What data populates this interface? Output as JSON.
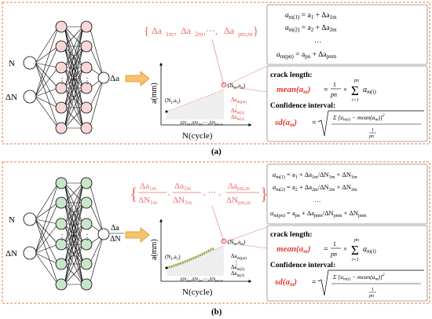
{
  "colors": {
    "panel_border": "#e07b4a",
    "hidden_a": "#f9d7d7",
    "hidden_b": "#c8e6c9",
    "arrow_fill": "#f7c46b",
    "arrow_stroke": "#e08a2c",
    "accent_red": "#e53935",
    "delta_pink": "#ea6b6b",
    "green_curve": "#7cb342"
  },
  "panel_a": {
    "caption": "(a)",
    "inputs": [
      "N",
      "ΔN"
    ],
    "output": "Δa",
    "dots": "⋮",
    "set_items": [
      "Δa",
      "1m",
      ",",
      "Δa",
      "2m",
      ",⋯,",
      "Δa",
      "pm,m"
    ],
    "chart": {
      "ylabel": "a(mm)",
      "xlabel": "N(cycle)",
      "start_point": "(N",
      "start_sub": "1",
      "start_mid": ",a",
      "start_sub2": "1",
      "start_end": ")",
      "end_point": "(N",
      "end_sub": "m",
      "end_mid": ",a",
      "end_sub2": "m",
      "end_end": ")",
      "delta_labels": [
        "Δa",
        "m(pn)",
        "⋮",
        "Δa",
        "m(2)",
        "Δa",
        "m(1)"
      ],
      "x_ticks": [
        "ΔN",
        "1m",
        ",ΔN",
        "2m",
        ",⋯,ΔN",
        "pm,m"
      ]
    },
    "equations": {
      "lines": [
        [
          "a",
          "m(1)",
          " = a",
          "1",
          " + Δa",
          "1m"
        ],
        [
          "a",
          "m(2)",
          " = a",
          "2",
          " + Δa",
          "2m"
        ],
        [
          "…"
        ],
        [
          "a",
          "m(pn)",
          " = a",
          "pn",
          " + Δa",
          "pnm"
        ]
      ],
      "crack_length_label": "crack length:",
      "mean_func": "mean(a",
      "mean_sub": "m",
      "mean_end": ")",
      "mean_rhs": "= ",
      "frac_num": "1",
      "frac_den": "pn",
      "sum_sym": "Σ",
      "sum_top": "pn",
      "sum_bottom": "i=1",
      "sum_term": "a",
      "sum_term_sub": "m(i)",
      "times": "×",
      "confidence_label": "Confidence interval:",
      "sd_func": "sd(a",
      "sd_sub": "m",
      "sd_end": ")",
      "sd_eq": "=",
      "sd_numerator": "Σ [a",
      "sd_numerator_sub": "m(i)",
      "sd_numerator_rest": " − mean(a",
      "sd_numerator_sub2": "m",
      "sd_numerator_end": ")]",
      "sd_sq": "2",
      "sd_sum_top": "pn",
      "sd_sum_bottom": "i=1",
      "sd_denominator": "1",
      "sd_denominator_den": "pn"
    }
  },
  "panel_b": {
    "caption": "(b)",
    "inputs": [
      "N",
      "ΔN"
    ],
    "output_num": "Δa",
    "output_den": "ΔN",
    "dots": "⋮",
    "set_fracs": [
      {
        "num": "Δa",
        "num_sub": "1m",
        "den": "ΔN",
        "den_sub": "1m"
      },
      {
        "num": "Δa",
        "num_sub": "2m",
        "den": "ΔN",
        "den_sub": "2m"
      },
      {
        "num": "Δa",
        "num_sub": "pm,m",
        "den": "ΔN",
        "den_sub": "pm,m"
      }
    ],
    "set_sep": ",",
    "set_ellipsis": ", ⋯ ,",
    "chart": {
      "ylabel": "a(mm)",
      "xlabel": "N(cycle)",
      "start_point": "(N",
      "start_sub": "1",
      "start_mid": ",a",
      "start_sub2": "1",
      "start_end": ")",
      "end_point": "(N",
      "end_sub": "m",
      "end_mid": ",a",
      "end_sub2": "m",
      "end_end": ")",
      "delta_labels": [
        "Δa",
        "m(pn)",
        "⋮",
        "Δa",
        "m(2)",
        "Δa",
        "m(1)"
      ],
      "x_ticks": [
        "ΔN",
        "1m",
        ",ΔN",
        "2m",
        ",⋯,ΔN",
        "pm,m"
      ]
    },
    "equations": {
      "lines": [
        [
          "a",
          "m(1)",
          " = a",
          "1",
          " + Δa",
          "1m",
          "/ΔN",
          "1m",
          " × ΔN",
          "1m"
        ],
        [
          "a",
          "m(2)",
          " = a",
          "2",
          " + Δa",
          "2m",
          "/ΔN",
          "2m",
          " × ΔN",
          "2m"
        ],
        [
          "…"
        ],
        [
          "a",
          "m(pn)",
          " = a",
          "pn",
          " + Δa",
          "pnm",
          "/ΔN",
          "pnm",
          " × ΔN",
          "pnm"
        ]
      ],
      "crack_length_label": "crack length:",
      "confidence_label": "Confidence interval:"
    }
  }
}
